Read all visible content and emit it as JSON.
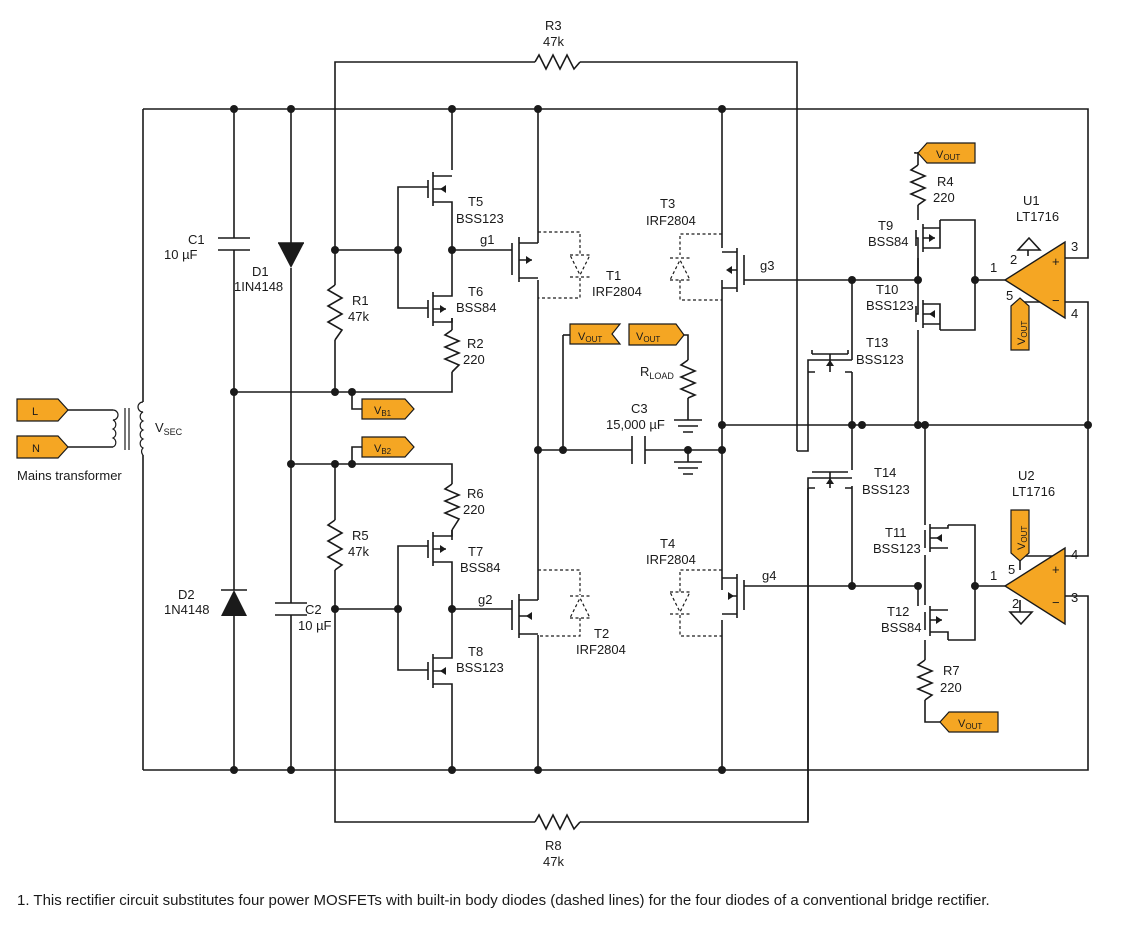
{
  "components": {
    "R3": {
      "ref": "R3",
      "value": "47k"
    },
    "R8": {
      "ref": "R8",
      "value": "47k"
    },
    "R1": {
      "ref": "R1",
      "value": "47k"
    },
    "R2": {
      "ref": "R2",
      "value": "220"
    },
    "R5": {
      "ref": "R5",
      "value": "47k"
    },
    "R6": {
      "ref": "R6",
      "value": "220"
    },
    "R4": {
      "ref": "R4",
      "value": "220"
    },
    "R7": {
      "ref": "R7",
      "value": "220"
    },
    "C1": {
      "ref": "C1",
      "value": "10 µF"
    },
    "C2": {
      "ref": "C2",
      "value": "10 µF"
    },
    "C3": {
      "ref": "C3",
      "value": "15,000 µF"
    },
    "D1": {
      "ref": "D1",
      "value": "1IN4148"
    },
    "D2": {
      "ref": "D2",
      "value": "1N4148"
    },
    "T1": {
      "ref": "T1",
      "value": "IRF2804"
    },
    "T2": {
      "ref": "T2",
      "value": "IRF2804"
    },
    "T3": {
      "ref": "T3",
      "value": "IRF2804"
    },
    "T4": {
      "ref": "T4",
      "value": "IRF2804"
    },
    "T5": {
      "ref": "T5",
      "value": "BSS123"
    },
    "T6": {
      "ref": "T6",
      "value": "BSS84"
    },
    "T7": {
      "ref": "T7",
      "value": "BSS84"
    },
    "T8": {
      "ref": "T8",
      "value": "BSS123"
    },
    "T9": {
      "ref": "T9",
      "value": "BSS84"
    },
    "T10": {
      "ref": "T10",
      "value": "BSS123"
    },
    "T11": {
      "ref": "T11",
      "value": "BSS123"
    },
    "T12": {
      "ref": "T12",
      "value": "BSS84"
    },
    "T13": {
      "ref": "T13",
      "value": "BSS123"
    },
    "T14": {
      "ref": "T14",
      "value": "BSS123"
    },
    "U1": {
      "ref": "U1",
      "value": "LT1716"
    },
    "U2": {
      "ref": "U2",
      "value": "LT1716"
    }
  },
  "nets": {
    "g1": "g1",
    "g2": "g2",
    "g3": "g3",
    "g4": "g4"
  },
  "pins": {
    "p1": "1",
    "p2": "2",
    "p3": "3",
    "p4": "4",
    "p5": "5",
    "plus": "+",
    "minus": "−"
  },
  "labels": {
    "rload_main": "R",
    "rload_sub": "LOAD",
    "vsec_main": "V",
    "vsec_sub": "SEC",
    "vout_main": "V",
    "vout_sub": "OUT",
    "vb1_main": "V",
    "vb1_sub": "B1",
    "vb2_main": "V",
    "vb2_sub": "B2",
    "mains_L": "L",
    "mains_N": "N",
    "transformer": "Mains transformer"
  },
  "caption": "1. This rectifier circuit substitutes four power MOSFETs with built-in body diodes (dashed lines) for the four diodes of a conventional bridge rectifier.",
  "colors": {
    "tag": "#f5a623",
    "wire": "#1a1a1a"
  }
}
